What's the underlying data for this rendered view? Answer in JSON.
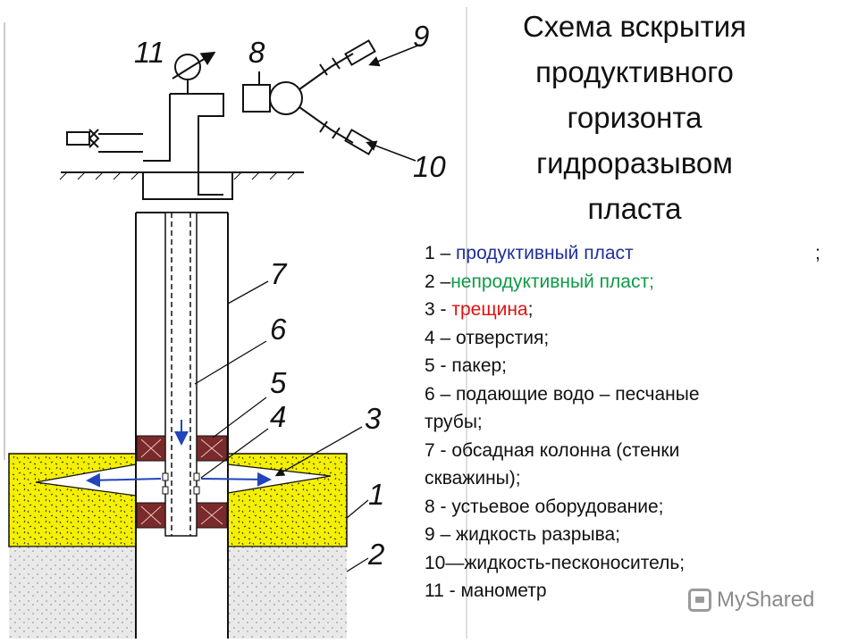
{
  "title_lines": [
    "Схема вскрытия",
    "продуктивного",
    "горизонта",
    "гидроразывом",
    "пласта"
  ],
  "legend": {
    "item1_prefix": "1 – ",
    "item1_term": "продуктивный пласт",
    "item1_semicolon": ";",
    "item2_prefix": "2 –",
    "item2_term": "непродуктивный пласт;",
    "item3_prefix": "3 - ",
    "item3_term": "трещина",
    "item3_suffix": ";",
    "item4": "4 – отверстия;",
    "item5": "5 - пакер;",
    "item6_line1": "6 – подающие водо – песчаные",
    "item6_line2": "трубы;",
    "item7_line1": "7 - обсадная колонна (стенки",
    "item7_line2": "скважины);",
    "item8": "8 - устьевое оборудование;",
    "item9": "9 – жидкость разрыва;",
    "item10": "10—жидкость-песконоситель;",
    "item11": "11 - манометр"
  },
  "callouts": {
    "n1": "1",
    "n2": "2",
    "n3": "3",
    "n4": "4",
    "n5": "5",
    "n6": "6",
    "n7": "7",
    "n8": "8",
    "n9": "9",
    "n10": "10",
    "n11": "11"
  },
  "watermark": {
    "text": "MyShared",
    "icon": "presentation-board-icon"
  },
  "colors": {
    "productive_layer": "#f4f000",
    "fracture": "#ffffff",
    "packer": "#7a2a2a",
    "flow_arrows": "#2244bb",
    "text": "#111111",
    "term_blue": "#1f2e9a",
    "term_green": "#0f9a46",
    "term_red": "#e01010"
  }
}
